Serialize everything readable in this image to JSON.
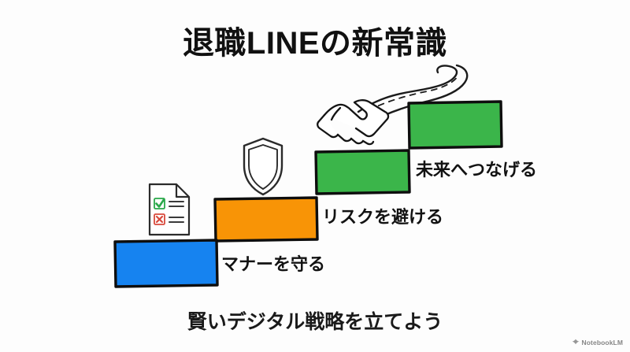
{
  "slide": {
    "title": "退職LINEの新常識",
    "caption": "賢いデジタル戦略を立てよう",
    "background_color": "#fdfdfd",
    "title_color": "#111111"
  },
  "steps": [
    {
      "index": 1,
      "label": "マナーを守る",
      "color": "#1683f0",
      "icon": "checklist-document-icon",
      "icon_name": "checklist-document-icon"
    },
    {
      "index": 2,
      "label": "リスクを避ける",
      "color": "#f89406",
      "icon": "shield-icon",
      "icon_name": "shield-icon"
    },
    {
      "index": 3,
      "label": "未来へつなげる",
      "color": "#3bb54a",
      "icon": "handshake-icon",
      "icon_name": "handshake-icon"
    },
    {
      "index": 4,
      "label": "",
      "color": "#3bb54a",
      "icon": "winding-road-icon",
      "icon_name": "winding-road-icon"
    }
  ],
  "icons": {
    "checkmark_color": "#2aa84a",
    "cross_color": "#d94a3d",
    "outline_color": "#1a1a1a"
  },
  "watermark": {
    "label": "NotebookLM",
    "icon": "notebooklm-logo-icon"
  }
}
